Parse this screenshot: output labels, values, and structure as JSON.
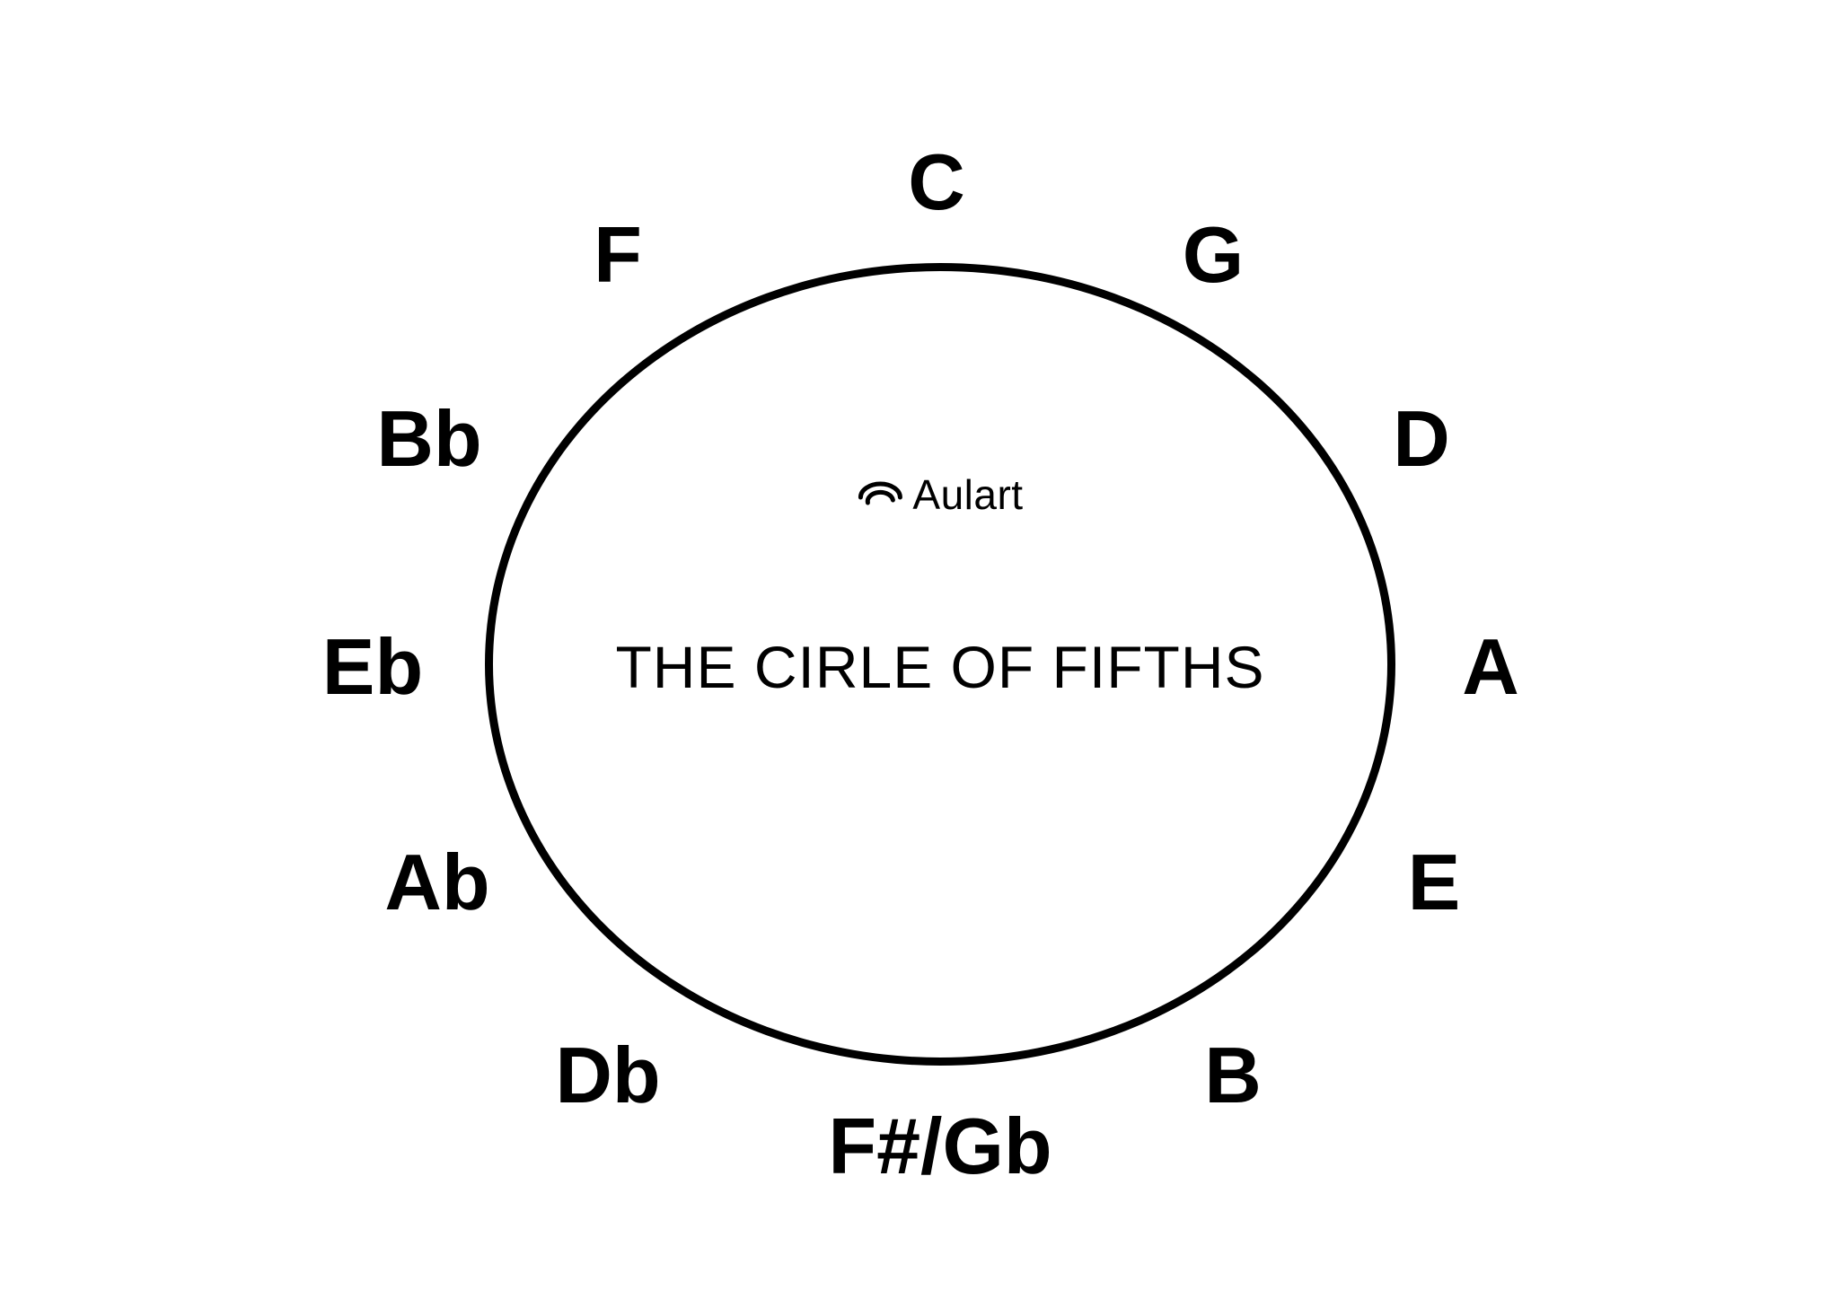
{
  "diagram": {
    "type": "circle-of-fifths",
    "title": "THE CIRLE OF FIFTHS",
    "brand": "Aulart",
    "notes": [
      {
        "label": "C"
      },
      {
        "label": "G"
      },
      {
        "label": "D"
      },
      {
        "label": "A"
      },
      {
        "label": "E"
      },
      {
        "label": "B"
      },
      {
        "label": "F#/Gb"
      },
      {
        "label": "Db"
      },
      {
        "label": "Ab"
      },
      {
        "label": "Eb"
      },
      {
        "label": "Bb"
      },
      {
        "label": "F"
      }
    ],
    "colors": {
      "background": "#ffffff",
      "stroke": "#000000",
      "text": "#000000"
    }
  }
}
